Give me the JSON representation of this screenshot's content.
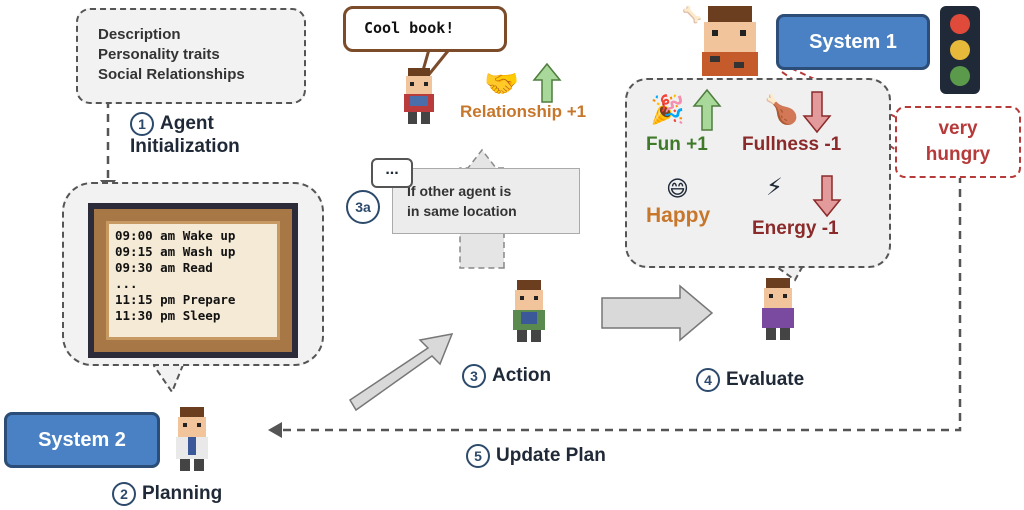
{
  "init": {
    "lines": [
      "Description",
      "Personality traits",
      "Social Relationships"
    ]
  },
  "steps": {
    "s1": {
      "num": "1",
      "label_line1": "Agent",
      "label_line2": "Initialization"
    },
    "s2": {
      "num": "2",
      "label": "Planning"
    },
    "s3": {
      "num": "3",
      "label": "Action"
    },
    "s3a": {
      "num": "3a",
      "line1": "If other agent is",
      "line2": "in same location"
    },
    "s4": {
      "num": "4",
      "label": "Evaluate"
    },
    "s5": {
      "num": "5",
      "label": "Update Plan"
    }
  },
  "systems": {
    "system1": "System 1",
    "system2": "System 2"
  },
  "schedule": [
    "09:00 am Wake up",
    "09:15 am Wash up",
    "09:30 am Read",
    "...",
    "11:15 pm Prepare",
    "11:30 pm Sleep"
  ],
  "speech": "Cool book!",
  "relationship": "Relationship +1",
  "evaluation": {
    "fun": "Fun +1",
    "fullness": "Fullness -1",
    "happy": "Happy",
    "energy": "Energy -1"
  },
  "hungry": {
    "line1": "very",
    "line2": "hungry"
  },
  "ellipsis": "...",
  "colors": {
    "system_blue": "#4a81c4",
    "fun_green": "#3f7a2a",
    "fullness_red": "#8b2a2a",
    "happy_orange": "#c7772b",
    "relationship_orange": "#c7772b",
    "hungry_red": "#b73a3a",
    "up_arrow": "#a8d89a",
    "down_arrow": "#e29a9a"
  },
  "icons": [
    "handshake-icon",
    "party-popper-icon",
    "drumstick-icon",
    "smile-emoji-icon",
    "lightning-icon",
    "traffic-light-icon",
    "speech-dots-icon"
  ]
}
